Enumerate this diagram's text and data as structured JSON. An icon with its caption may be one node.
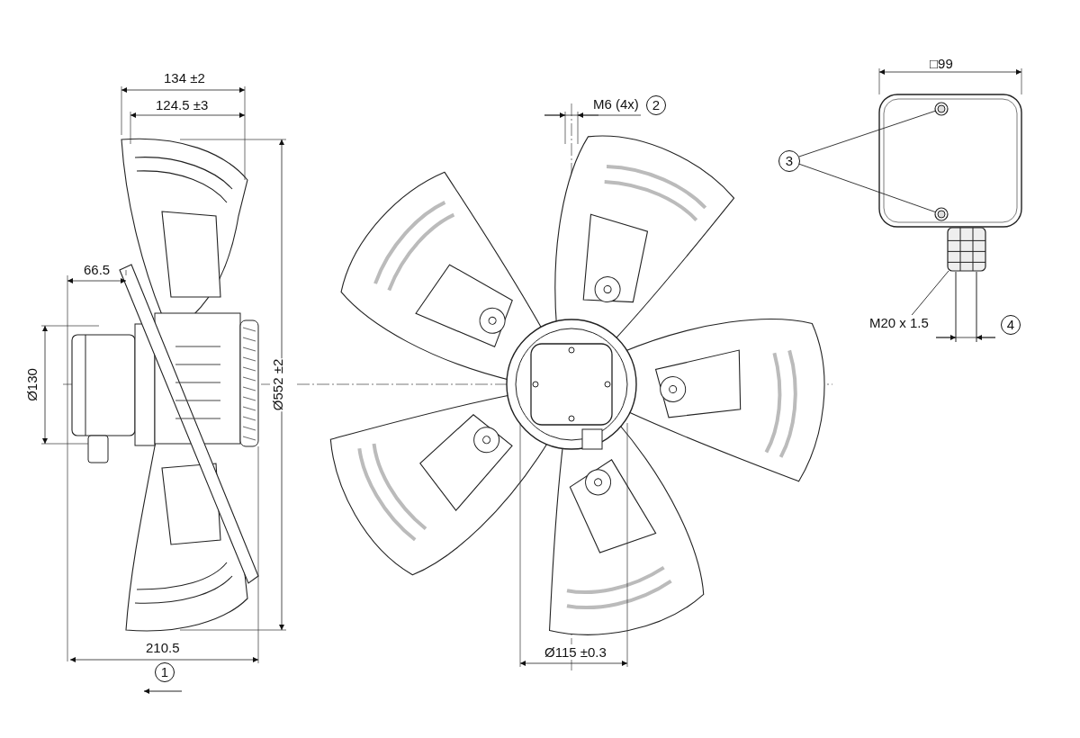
{
  "diagram": {
    "nodes": [
      {
        "text": [
          "3"
        ]
      },
      {
        "text": [],
        "shape": "circle"
      },
      {
        "text": [],
        "shape": "circle"
      },
      {
        "text": [
          "M20 x 1.5"
        ]
      },
      {
        "text": [],
        "shape": "box"
      },
      {
        "text": [
          "1"
        ]
      },
      {
        "text": [
          "2"
        ]
      },
      {
        "text": [
          "4"
        ]
      }
    ],
    "edges": [
      {
        "from": 0,
        "to": 1,
        "arrow": "none"
      },
      {
        "from": 0,
        "to": 2,
        "arrow": "none"
      },
      {
        "from": 3,
        "to": 4,
        "arrow": "none"
      }
    ],
    "labels": [
      "134 ±2",
      "124.5 ±3",
      "66.5",
      "Ø130",
      "Ø552 ±2",
      "210.5",
      "M6 (4x)",
      "Ø115 ±0.3",
      "□99"
    ]
  }
}
